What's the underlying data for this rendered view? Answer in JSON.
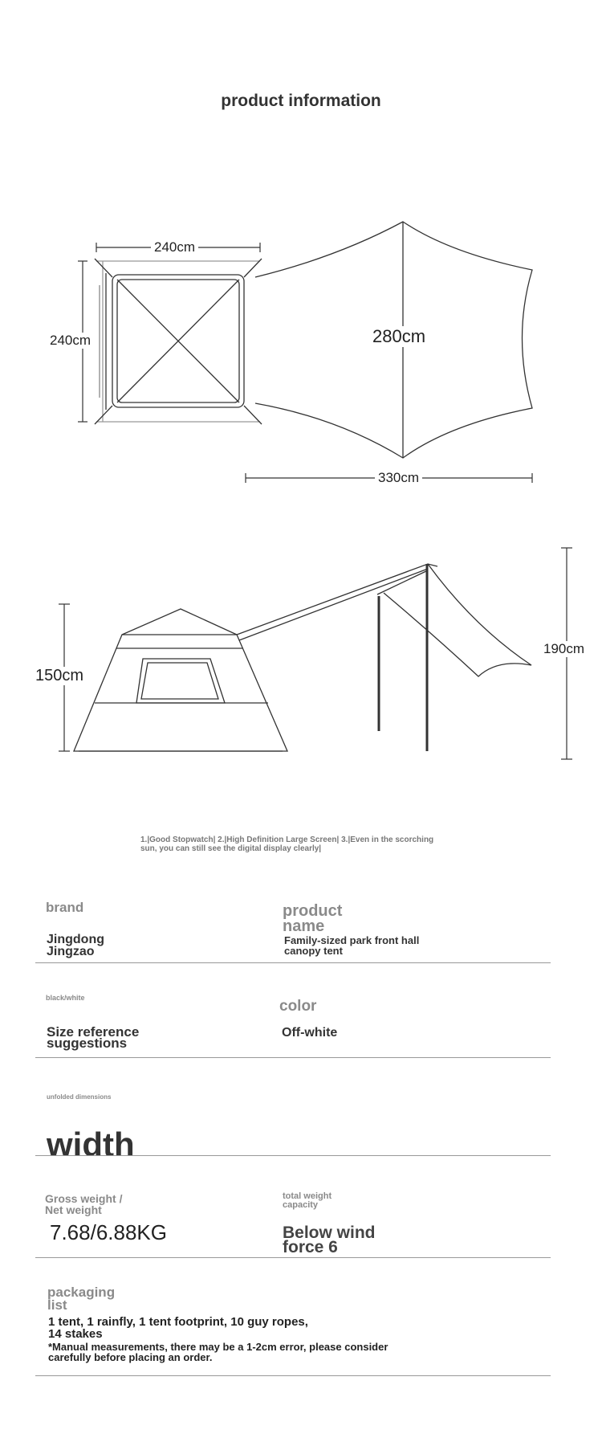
{
  "header": {
    "title": "product information"
  },
  "top_view": {
    "width_label": "240cm",
    "depth_label": "240cm",
    "canopy_width_label": "280cm",
    "canopy_length_label": "330cm"
  },
  "side_view": {
    "tent_height_label": "150cm",
    "canopy_height_label": "190cm"
  },
  "note": "1.|Good Stopwatch| 2.|High Definition Large Screen| 3.|Even in the scorching sun, you can still see the digital display clearly|",
  "specs": {
    "brand_label": "brand",
    "brand_value": "Jingdong Jingzao",
    "product_name_label": "product name",
    "product_name_value": "Family-sized park front hall canopy tent",
    "black_white": "black/white",
    "size_ref": "Size reference suggestions",
    "color_label": "color",
    "color_value": "Off-white",
    "unfolded_label": "unfolded dimensions",
    "width_word": "width",
    "weight_label": "Gross weight / Net weight",
    "weight_value": "7.68/6.88KG",
    "capacity_label": "total weight capacity",
    "capacity_value": "Below wind force 6",
    "packaging_label": "packaging list",
    "packaging_value": "1 tent, 1 rainfly, 1 tent footprint, 10 guy ropes, 14 stakes",
    "disclaimer": "*Manual measurements, there may be a 1-2cm error, please consider carefully before placing an order."
  }
}
